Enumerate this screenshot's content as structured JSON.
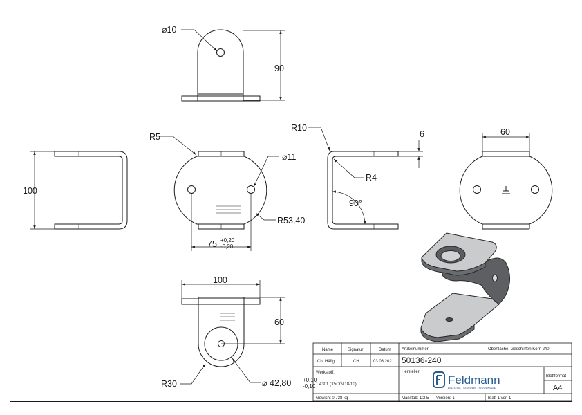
{
  "drawing": {
    "top_view": {
      "hole_diameter": "⌀10",
      "height": "90"
    },
    "left_view": {
      "height": "100"
    },
    "front_view": {
      "radius_corner": "R5",
      "hole_diameter": "⌀11",
      "radius_outer": "R53,40",
      "width_value": "75",
      "tol_plus": "+0,20",
      "tol_minus": "-0,20"
    },
    "side_view": {
      "radius_outer": "R10",
      "thickness": "6",
      "radius_inner": "R4",
      "angle": "90°"
    },
    "right_view": {
      "width": "60"
    },
    "bottom_view": {
      "width": "100",
      "height": "60",
      "radius": "R30",
      "bore_value": "⌀ 42,80",
      "bore_tol_plus": "+0,10",
      "bore_tol_minus": "-0,10"
    }
  },
  "title_block": {
    "col_name": "Name",
    "col_signature": "Signatur",
    "col_date": "Datum",
    "name_value": "Ch. Häfig",
    "signature_value": "CH",
    "date_value": "03.03.2021",
    "article_label": "Artikelnummer",
    "article_value": "50136-240",
    "surface_label": "Oberfläche: Geschliffen Korn 240",
    "material_label": "Werkstoff:",
    "material_value": "1.4301 (X5CrNi18-10)",
    "manufacturer_label": "Hersteller",
    "brand_name": "Feldmann",
    "brand_tagline": "EDELSTAHL · HANDWERK · SCHWEISSEREI",
    "format_label": "Blattformat",
    "format_value": "A4",
    "weight": "Gewicht 0,738 kg",
    "scale": "Masstab: 1:2.5",
    "version": "Version: 1",
    "sheet": "Blatt 1 von 1"
  },
  "colors": {
    "line": "#1a1a1a",
    "part_fill_dark": "#5d5f62",
    "part_fill_light": "#c9cbcd",
    "brand": "#2a5d8f"
  }
}
